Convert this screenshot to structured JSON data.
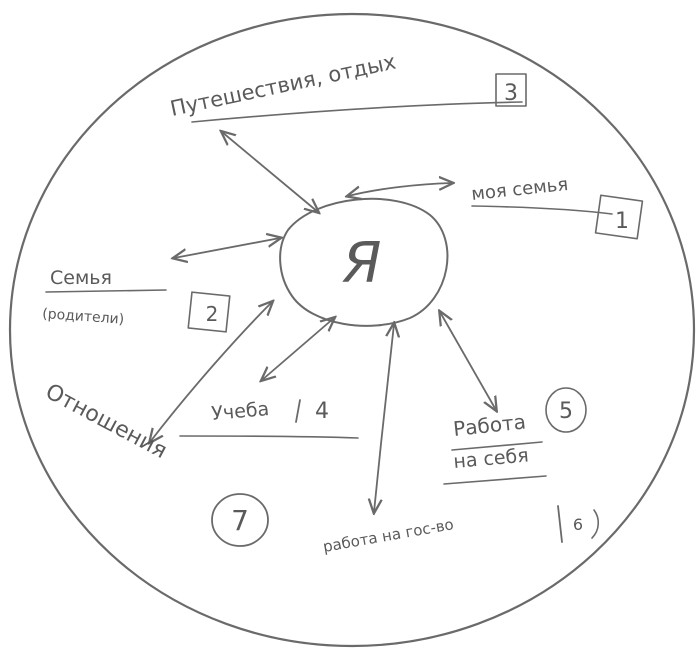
{
  "diagram": {
    "center_label": "Я",
    "nodes": [
      {
        "id": "travel",
        "label": "Путешествия, отдых",
        "badge": "3",
        "badge_shape": "box"
      },
      {
        "id": "my-family",
        "label": "моя семья",
        "badge": "1",
        "badge_shape": "box"
      },
      {
        "id": "parents-family",
        "label": "Семья",
        "sublabel": "(родители)",
        "badge": "2",
        "badge_shape": "box"
      },
      {
        "id": "study",
        "label": "Учеба",
        "badge": "4",
        "badge_shape": "bar"
      },
      {
        "id": "self-work",
        "label": "Работа",
        "sublabel": "на себя",
        "badge": "5",
        "badge_shape": "circle"
      },
      {
        "id": "state-work",
        "label": "работа на гос-во",
        "badge": "6",
        "badge_shape": "bar"
      },
      {
        "id": "relations",
        "label": "Отношения",
        "badge": "7",
        "badge_shape": "circle"
      }
    ]
  }
}
